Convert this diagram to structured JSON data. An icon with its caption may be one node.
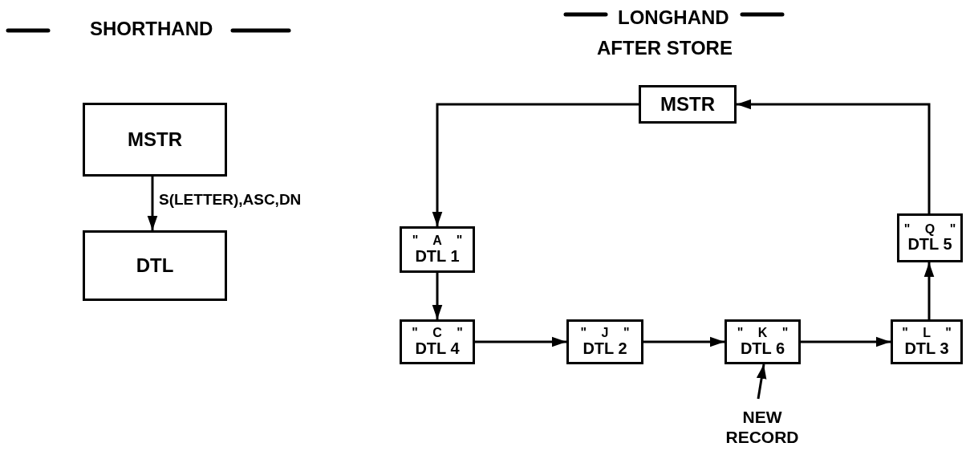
{
  "diagram": {
    "nodes": [
      {
        "text": [
          "MSTR"
        ]
      },
      {
        "text": [
          "DTL"
        ]
      },
      {
        "text": [
          "MSTR"
        ]
      },
      {
        "text": [
          "\" A \"",
          "DTL 1"
        ]
      },
      {
        "text": [
          "\" Q \"",
          "DTL 5"
        ]
      },
      {
        "text": [
          "\" C \"",
          "DTL 4"
        ]
      },
      {
        "text": [
          "\" J \"",
          "DTL 2"
        ]
      },
      {
        "text": [
          "\" K \"",
          "DTL 6"
        ]
      },
      {
        "text": [
          "\" L \"",
          "DTL 3"
        ]
      },
      {
        "text": [
          "NEW RECORD"
        ]
      }
    ],
    "edges": [
      {
        "from": 0,
        "to": 1,
        "arrow": "to",
        "label": "S(LETTER),ASC,DN"
      },
      {
        "from": 2,
        "to": 3,
        "arrow": "to"
      },
      {
        "from": 3,
        "to": 5,
        "arrow": "to"
      },
      {
        "from": 5,
        "to": 6,
        "arrow": "to"
      },
      {
        "from": 6,
        "to": 7,
        "arrow": "to"
      },
      {
        "from": 7,
        "to": 8,
        "arrow": "to"
      },
      {
        "from": 8,
        "to": 4,
        "arrow": "to"
      },
      {
        "from": 4,
        "to": 2,
        "arrow": "to"
      },
      {
        "from": 9,
        "to": 7,
        "arrow": "to"
      }
    ],
    "labels": [
      "SHORTHAND",
      "LONGHAND",
      "AFTER STORE"
    ]
  }
}
